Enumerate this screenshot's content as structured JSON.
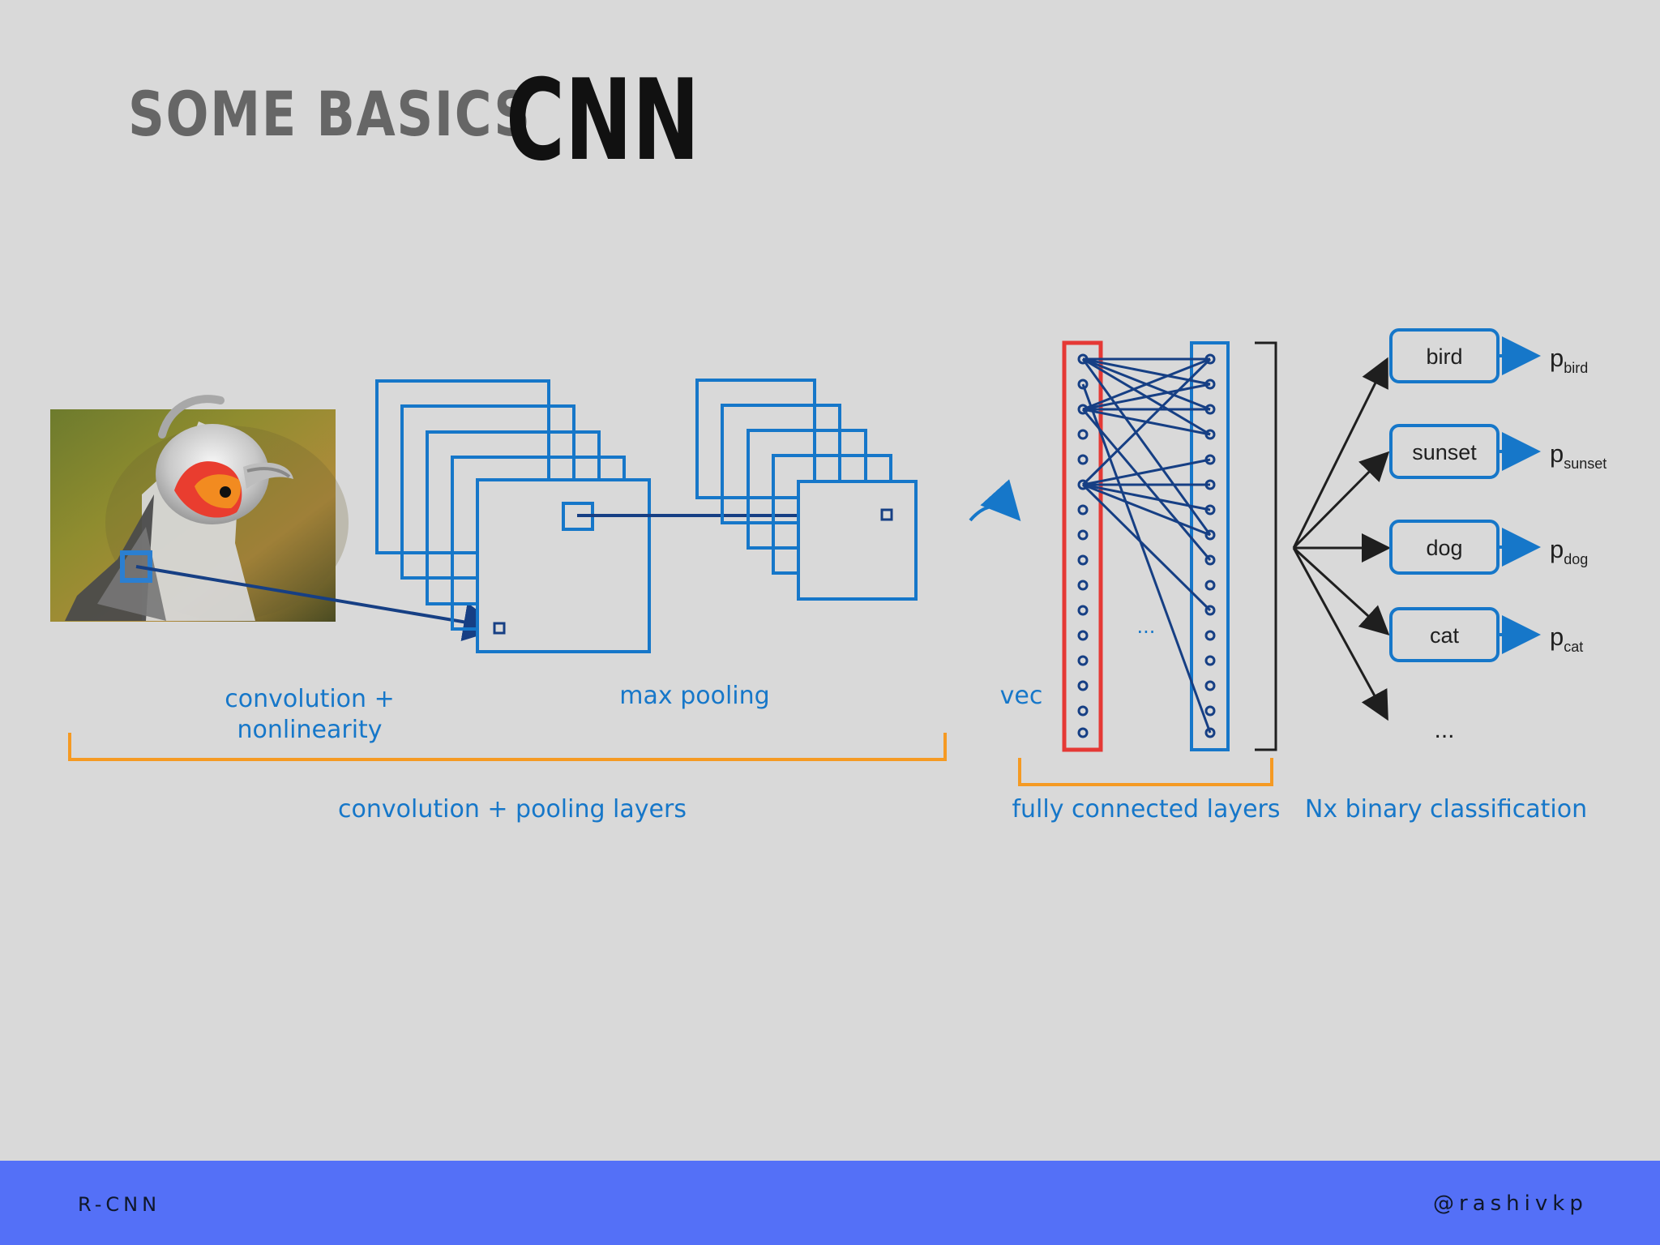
{
  "slide": {
    "title_prefix": "SOME BASICS",
    "title_main": "CNN"
  },
  "diagram": {
    "labels": {
      "convolution_1": "convolution +",
      "convolution_2": "nonlinearity",
      "max_pooling": "max pooling",
      "vec": "vec",
      "ellipsis_center": "...",
      "conv_pool_layers": "convolution + pooling layers",
      "fully_connected_layers": "fully connected layers",
      "binary_classification": "Nx binary classification",
      "ellipsis_output": "..."
    },
    "outputs": [
      {
        "label": "bird",
        "prob_symbol": "p",
        "prob_sub": "bird"
      },
      {
        "label": "sunset",
        "prob_symbol": "p",
        "prob_sub": "sunset"
      },
      {
        "label": "dog",
        "prob_symbol": "p",
        "prob_sub": "dog"
      },
      {
        "label": "cat",
        "prob_symbol": "p",
        "prob_sub": "cat"
      }
    ],
    "colors": {
      "blue": "#1677c9",
      "dark_blue": "#163f84",
      "red": "#e53935",
      "orange": "#f59a23",
      "black": "#1f1f1f"
    }
  },
  "footer": {
    "left": "R-CNN",
    "right": "@rashivkp"
  }
}
